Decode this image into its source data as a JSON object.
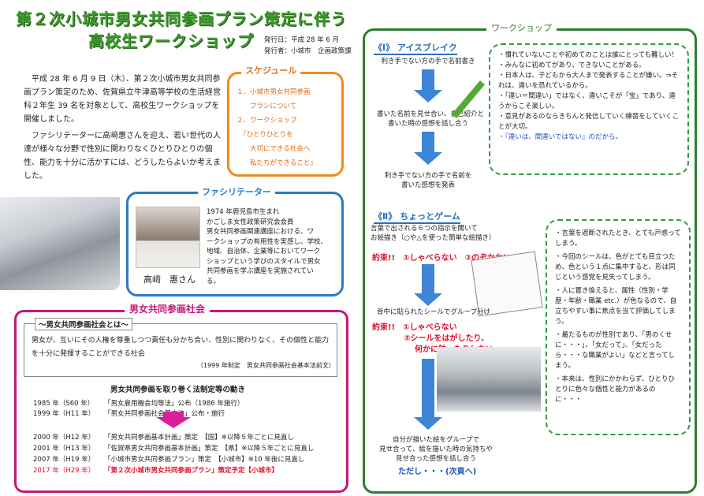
{
  "header": {
    "title_line1": "第２次小城市男女共同参画プラン策定に伴う",
    "title_line2": "高校生ワークショップ",
    "issue_date": "発行日：平成 28 年 6 月",
    "publisher": "発行者：小城市　企画政策課"
  },
  "intro": {
    "p1": "平成 28 年 6 月 9 日（木）、第２次小城市男女共同参画プラン策定のため、佐賀県立牛津高等学校の生活経営科２年生 39 名を対象として、高校生ワークショップを開催しました。",
    "p2": "ファシリテーターに高﨑惠さんを迎え、若い世代の人達が様々な分野で性別に関わりなくひとりひとりの個性、能力を十分に活かすには、どうしたらよいか考えました。"
  },
  "schedule": {
    "heading": "スケジュール",
    "items": [
      "１．小城市男女共同参画",
      "　　プランについて",
      "２．ワークショップ",
      "　『ひとりひとりを",
      "　　大切にできる社会へ",
      "　　私たちができること』"
    ]
  },
  "facilitator": {
    "heading": "ファシリテーター",
    "name": "高﨑　惠さん",
    "bio": [
      "1974 年鹿児島市生まれ",
      "かごしま女性政策研究会会員",
      "男女共同参画関連講座における、ワ",
      "ークショップの有用性を実感し、学校、",
      "地域、自治体、企業等においてワーク",
      "ショップという学びのスタイルで男女",
      "共同参画を学ぶ講座を実施されてい",
      "る。"
    ]
  },
  "gender_equality": {
    "heading": "男女共同参画社会",
    "society_heading": "～男女共同参画社会とは～",
    "society_text": "男女が、互いにその人権を尊重しつつ責任も分かち合い、性別に関わりなく、その個性と能力を十分に発揮することができる社会",
    "society_source": "（1999 年制定　男女共同参画社会基本法前文）",
    "laws_heading": "男女共同参画を取り巻く法制定等の動き",
    "laws": [
      {
        "year": "1985 年（S60 年）",
        "text": "「男女雇用機会均等法」公布（1986 年施行）"
      },
      {
        "year": "1999 年（H11 年）",
        "text": "「男女共同参画社会基本法」公布・施行"
      },
      {
        "year": "2000 年（H12 年）",
        "text": "「男女共同参画基本計画」策定　【国】※以降５年ごとに見直し"
      },
      {
        "year": "2001 年（H13 年）",
        "text": "「佐賀県男女共同参画基本計画」策定　【県】※以降５年ごとに見直し"
      },
      {
        "year": "2007 年（H19 年）",
        "text": "「小城市男女共同参画プラン」策定　【小城市】※10 年後に見直し"
      },
      {
        "year": "2017 年（H29 年）",
        "text": "「第２次小城市男女共同参画プラン」策定予定【小城市】"
      }
    ]
  },
  "workshop": {
    "heading": "ワークショップ",
    "section1": {
      "title": "《Ⅰ》 アイスブレイク",
      "steps": [
        "利き手でない方の手で名前書き",
        "書いた名前を見せ合い、自己紹介と\n書いた時の感想を話し合う",
        "利き手でない方の手で名前を\n書いた感想を発表"
      ],
      "notes": [
        "・慣れていないことや初めてのことは誰にとっても難しい！",
        "・みんなに初めてがあり、できないことがある。",
        "・日本人は、子どもから大人まで発表することが嫌い。⇒それは、違いを恐れているから。",
        "・「違い＝間違い」ではなく、違いこそが「宝」であり、違うからこそ楽しい。",
        "・意見があるのならきちんと発信していく練習をしていくことが大切。",
        "・『違いは、間違いではない』のだから。"
      ]
    },
    "section2": {
      "title": "《Ⅱ》 ちょっとゲーム",
      "step1": "言葉で出される６つの指示を聞いて\nお絵描き（○や△を使った簡単な絵描き）",
      "promise1": "約束!!　①しゃべらない　②のぞかない",
      "step2": "背中に貼られたシールでグループ分け",
      "promise2a": "約束!!　①しゃべらない",
      "promise2b": "②シールをはがしたり、",
      "promise2c": "何かに触ったりしない。",
      "step3": "自分が描いた絵をグループで\n見せ合って、絵を描いた時の気持ちや\n見せ合った感想を話し合う",
      "footer": "ただし・・・(次頁へ)",
      "notes": [
        "・言葉を遮断されたとき、とても戸惑ってしまう。",
        "・今回のシールは、色がとても目立つため、色という１点に集中すると、形は同じという感覚を見失ってしまう。",
        "・人に置き換えると、属性（性別・学歴・年齢・職業 etc.）が色なるので、自立ちやすい事に焦点を当て評価してしまう。",
        "・最たるものが性別であり、「男のくせに・・・」、「女だって」、「女だったら・・・な職業がよい」などと言ってしまう。",
        "・本来は、性別にかかわらず、ひとりひとりに色々な個性と能力があるのに・・・"
      ]
    }
  }
}
